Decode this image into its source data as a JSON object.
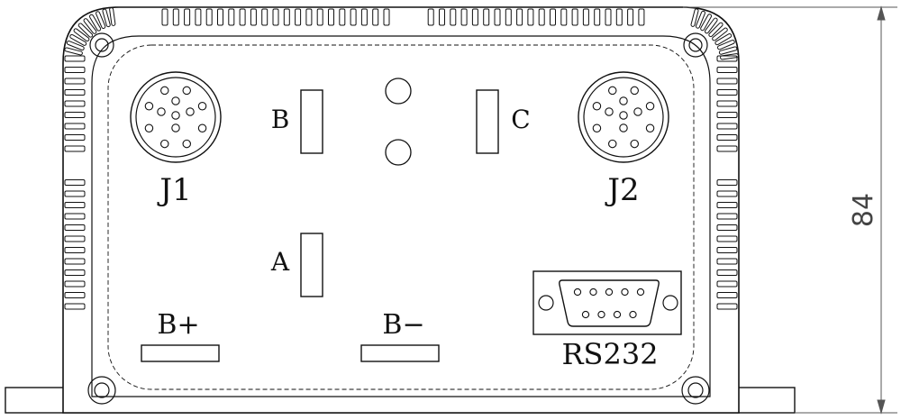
{
  "labels": {
    "j1": "J1",
    "j2": "J2",
    "b": "B",
    "c": "C",
    "a": "A",
    "b_plus": "B+",
    "b_minus": "B−",
    "rs232": "RS232"
  },
  "dimension": {
    "height": "84"
  },
  "colors": {
    "stroke": "#111111",
    "dimension_stroke": "#555555"
  }
}
